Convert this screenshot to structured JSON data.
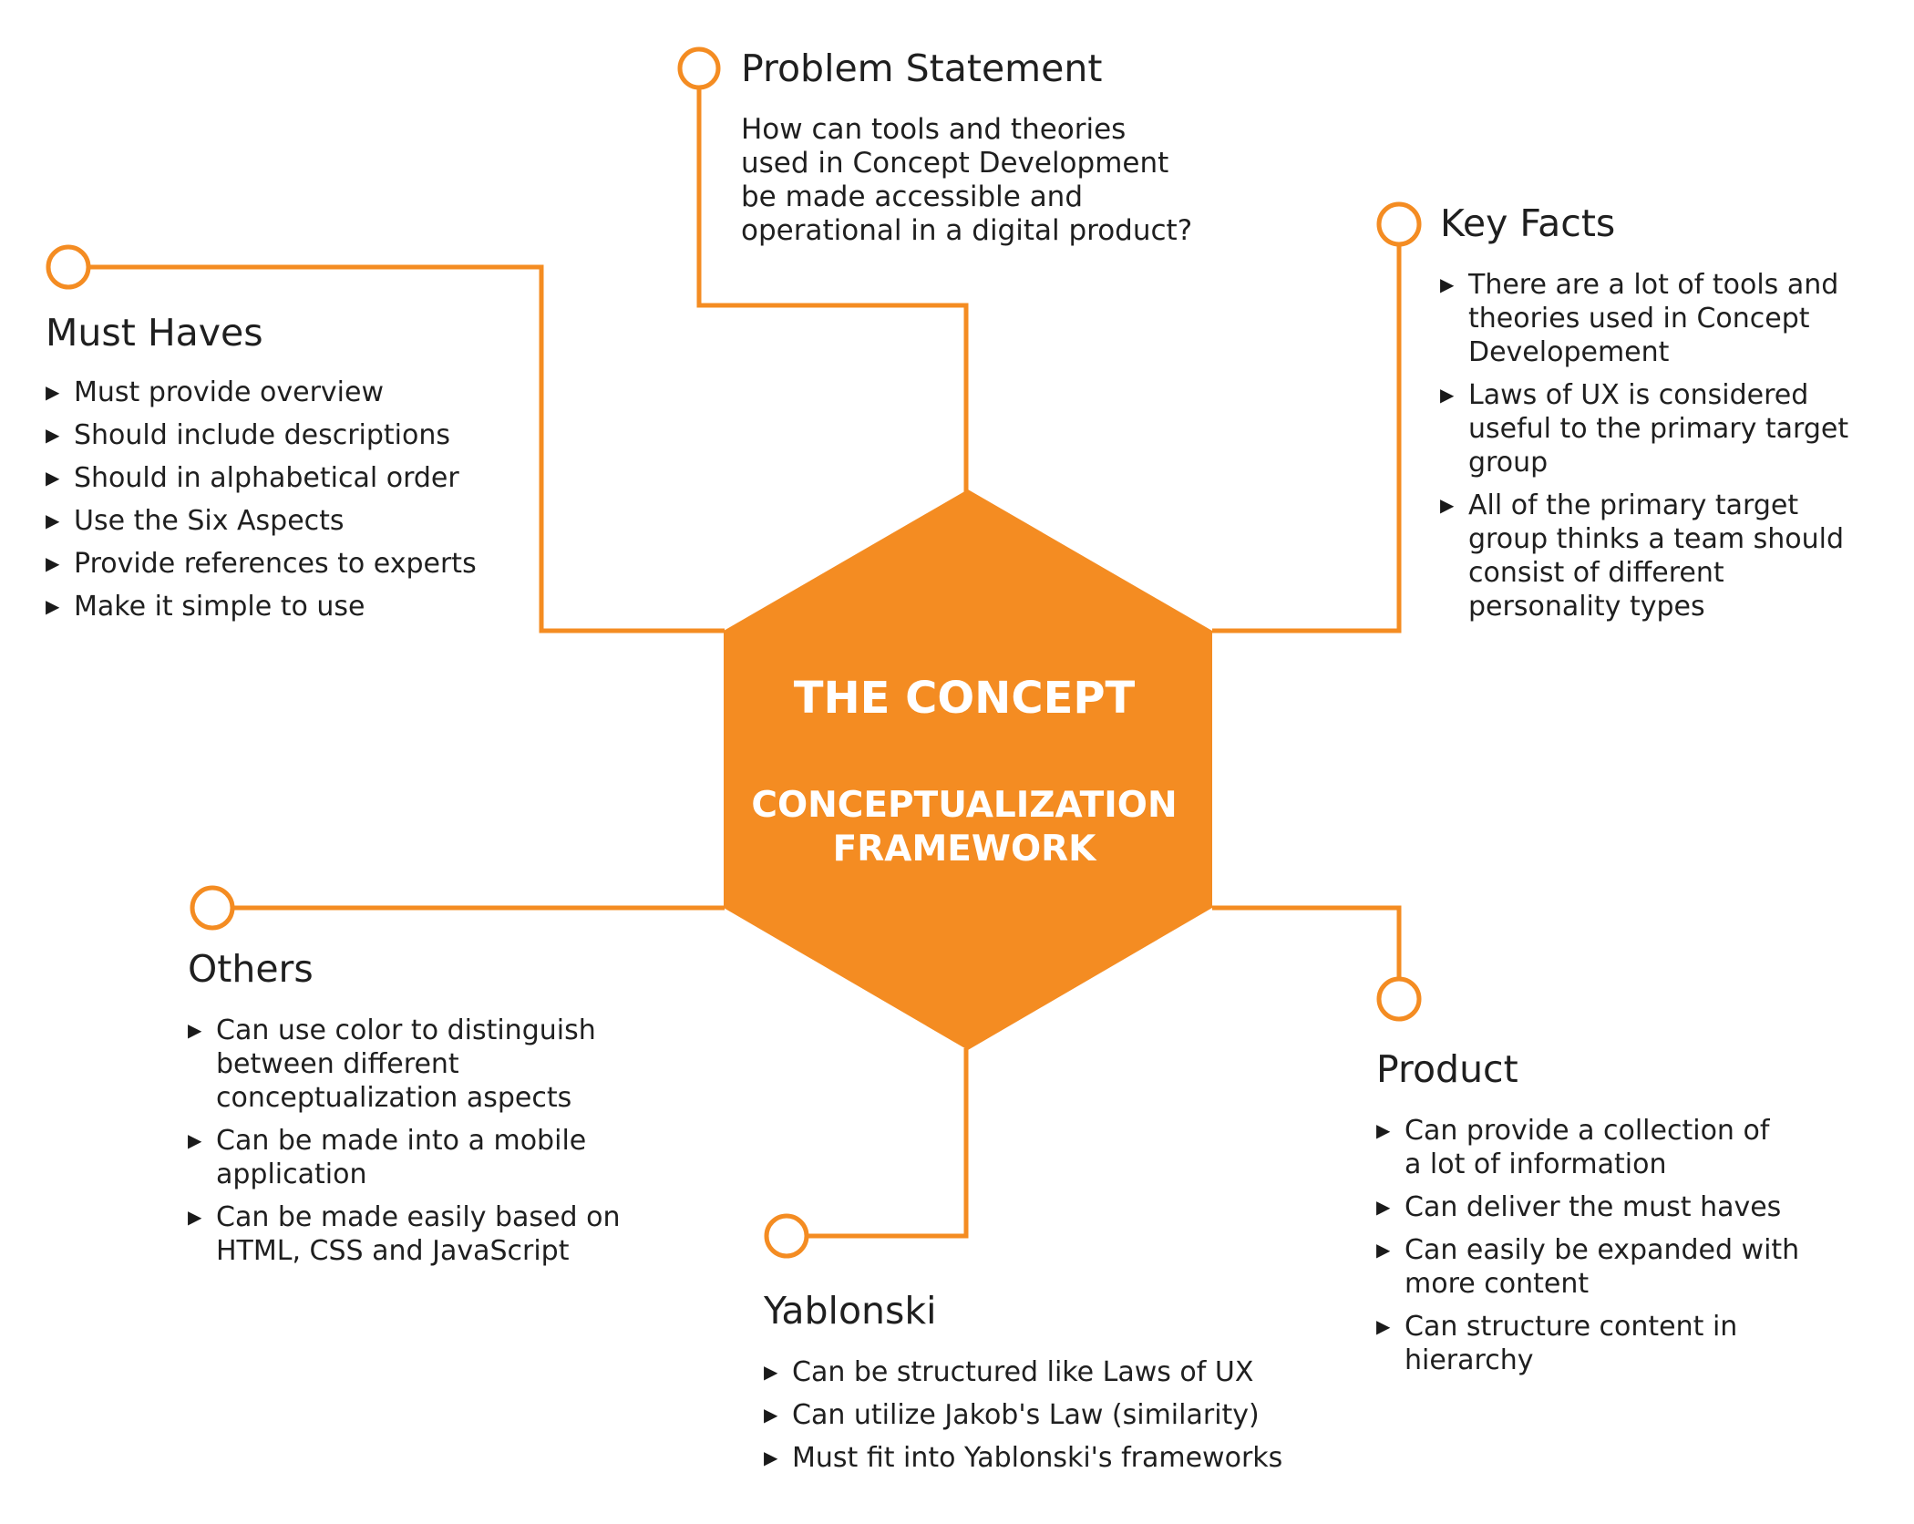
{
  "center": {
    "title": "THE CONCEPT",
    "subtitle_line1": "CONCEPTUALIZATION",
    "subtitle_line2": "FRAMEWORK"
  },
  "colors": {
    "accent": "#F48C22",
    "text": "#1F1F1F",
    "white": "#FFFFFF"
  },
  "bullet_icon": "▶",
  "problem_statement": {
    "heading": "Problem Statement",
    "lines": [
      "How can tools and theories",
      "used in Concept Development",
      "be made accessible and",
      "operational in a digital product?"
    ]
  },
  "key_facts": {
    "heading": "Key Facts",
    "items": [
      [
        "There are a lot of tools and",
        "theories used in Concept",
        "Developement"
      ],
      [
        "Laws of UX is considered",
        "useful to the primary target",
        "group"
      ],
      [
        "All of the primary target",
        "group thinks a team should",
        "consist of different",
        "personality types"
      ]
    ]
  },
  "must_haves": {
    "heading": "Must Haves",
    "items": [
      [
        "Must provide overview"
      ],
      [
        "Should include descriptions"
      ],
      [
        "Should in alphabetical order"
      ],
      [
        "Use the Six Aspects"
      ],
      [
        "Provide references to experts"
      ],
      [
        "Make it simple to use"
      ]
    ]
  },
  "others": {
    "heading": "Others",
    "items": [
      [
        "Can use color to distinguish",
        "between different",
        "conceptualization aspects"
      ],
      [
        "Can be made into a mobile",
        "application"
      ],
      [
        "Can be made easily based on",
        "HTML, CSS and JavaScript"
      ]
    ]
  },
  "product": {
    "heading": "Product",
    "items": [
      [
        "Can provide a collection of",
        "a lot of information"
      ],
      [
        "Can deliver the must haves"
      ],
      [
        "Can easily be expanded with",
        "more content"
      ],
      [
        "Can structure content in",
        "hierarchy"
      ]
    ]
  },
  "yablonski": {
    "heading": "Yablonski",
    "items": [
      [
        "Can be structured like Laws of UX"
      ],
      [
        "Can utilize Jakob's Law (similarity)"
      ],
      [
        "Must fit into Yablonski's frameworks"
      ]
    ]
  }
}
